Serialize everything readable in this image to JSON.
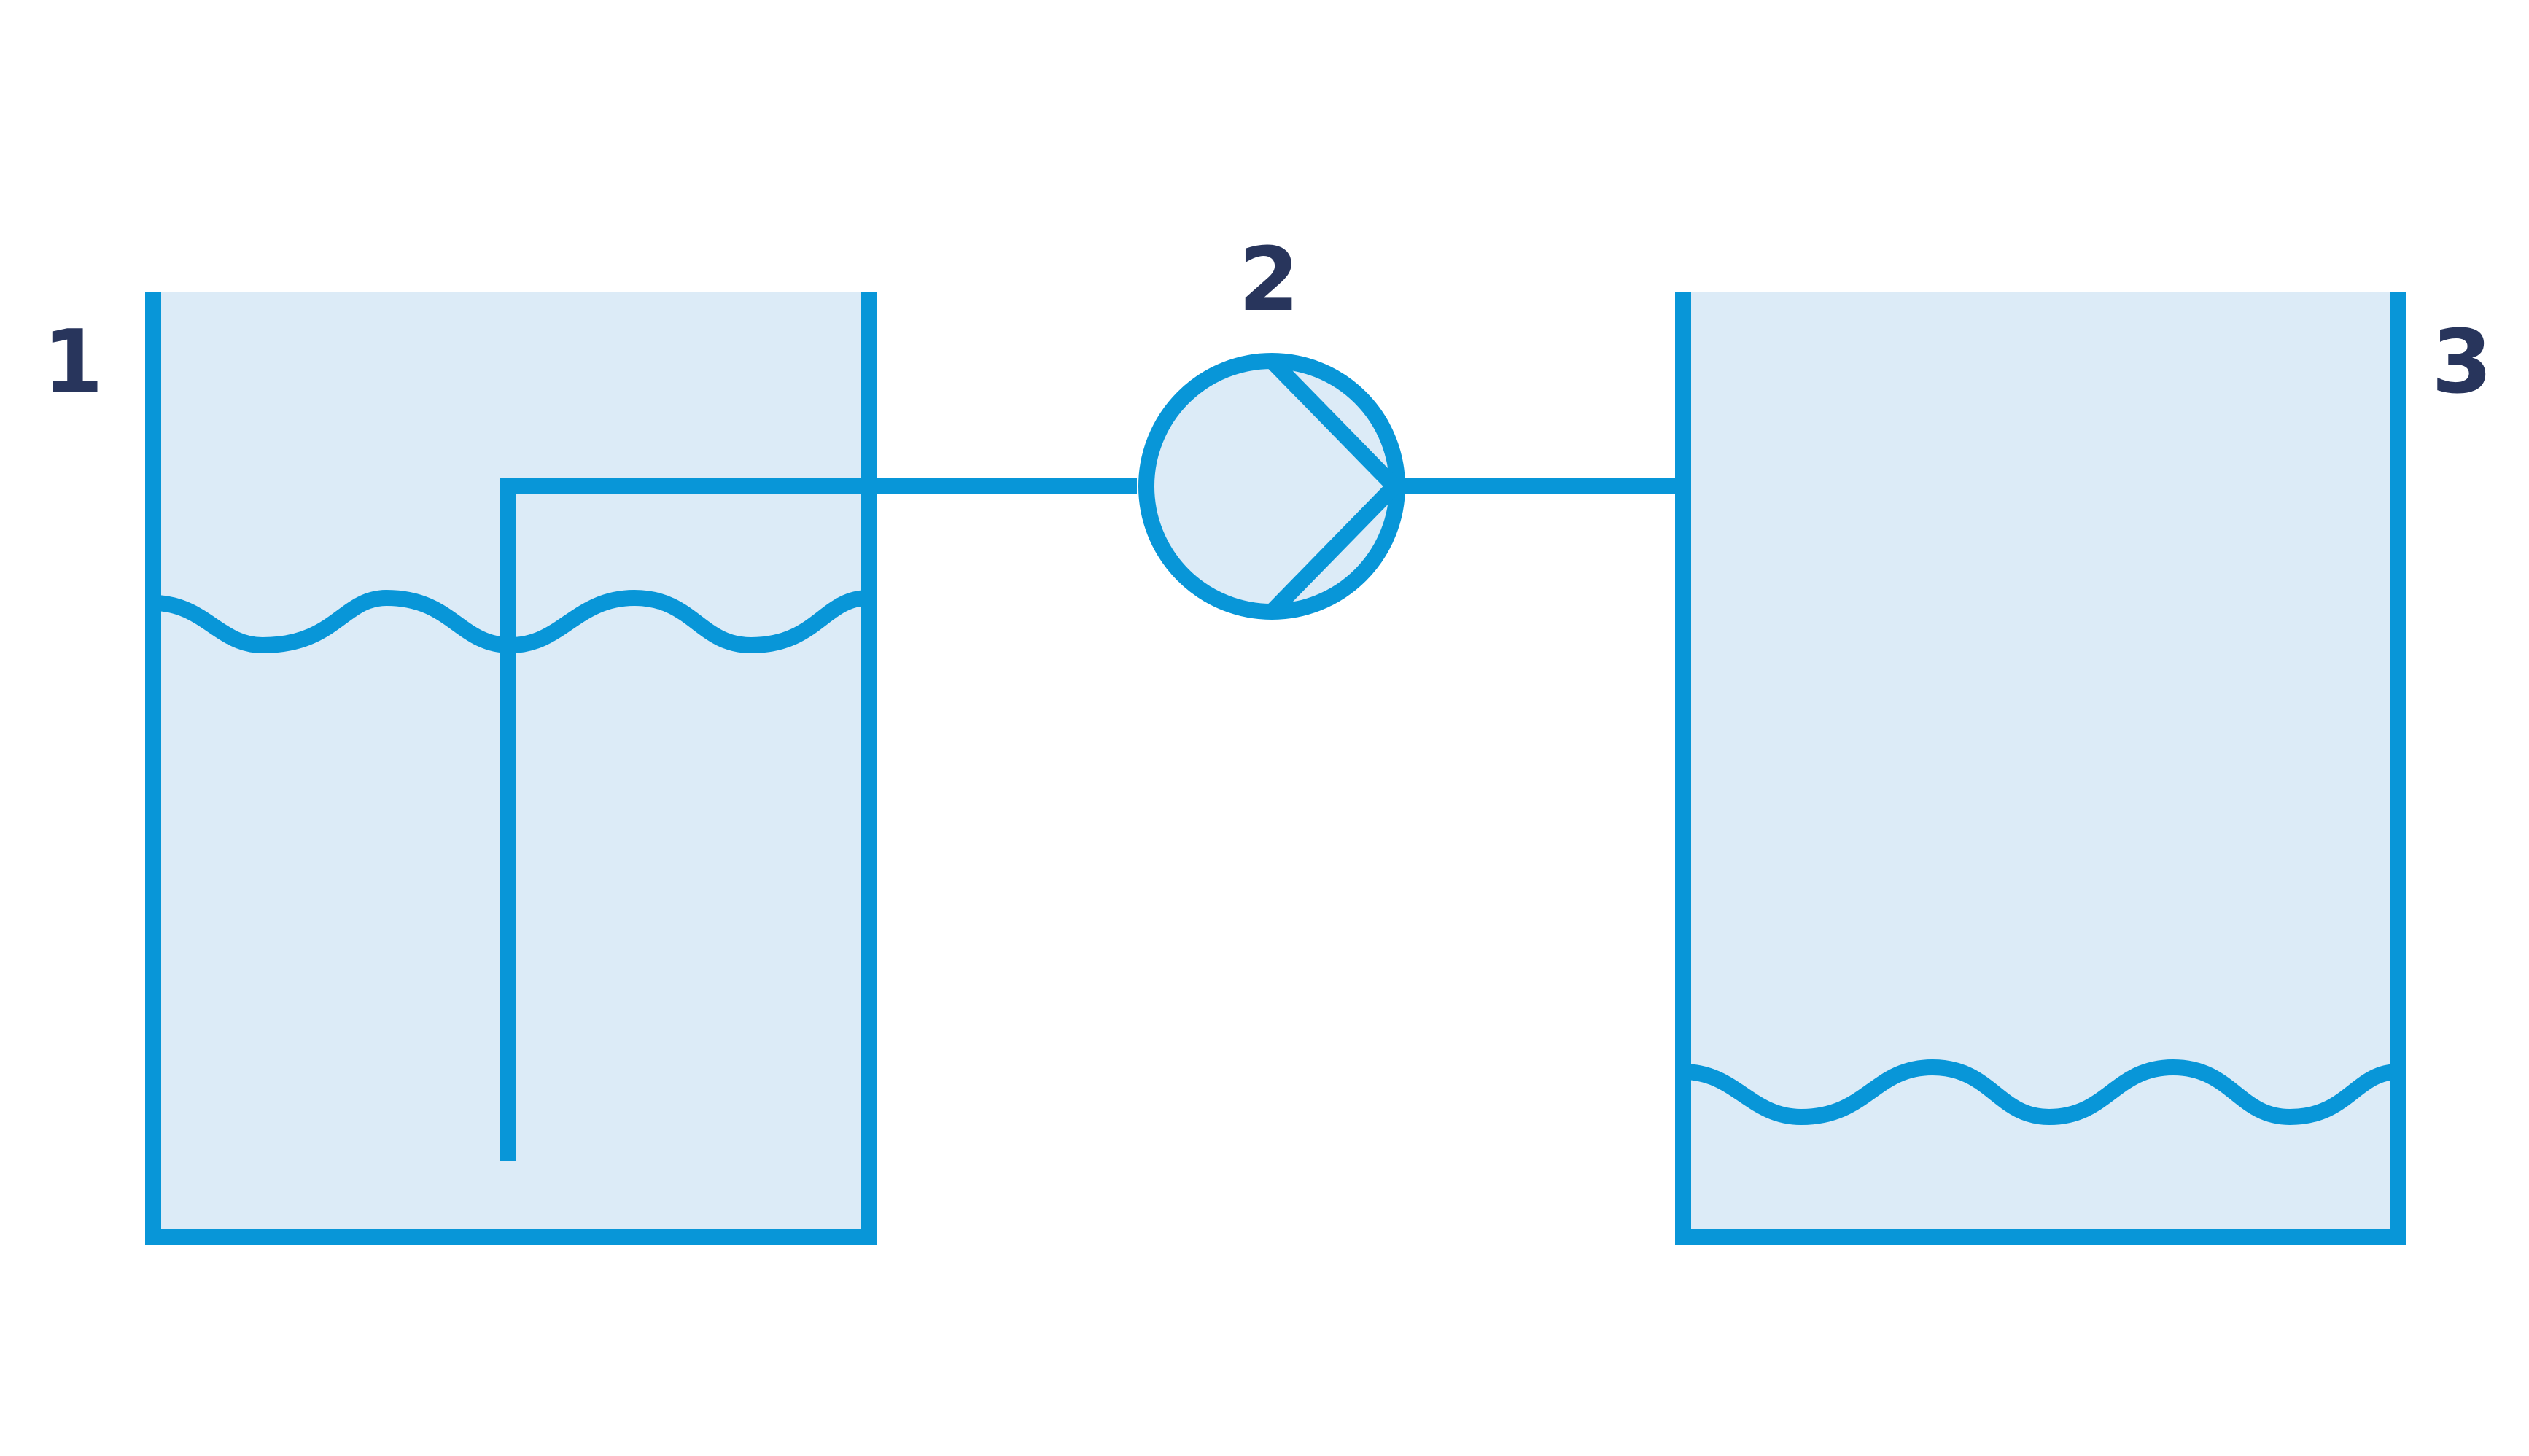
{
  "labels": {
    "source_tank": "1",
    "pump": "2",
    "target_tank": "3"
  },
  "colors": {
    "line": "#0896D8",
    "fill": "#DCEBF7",
    "label": "#28355C",
    "background": "#FFFFFF"
  }
}
